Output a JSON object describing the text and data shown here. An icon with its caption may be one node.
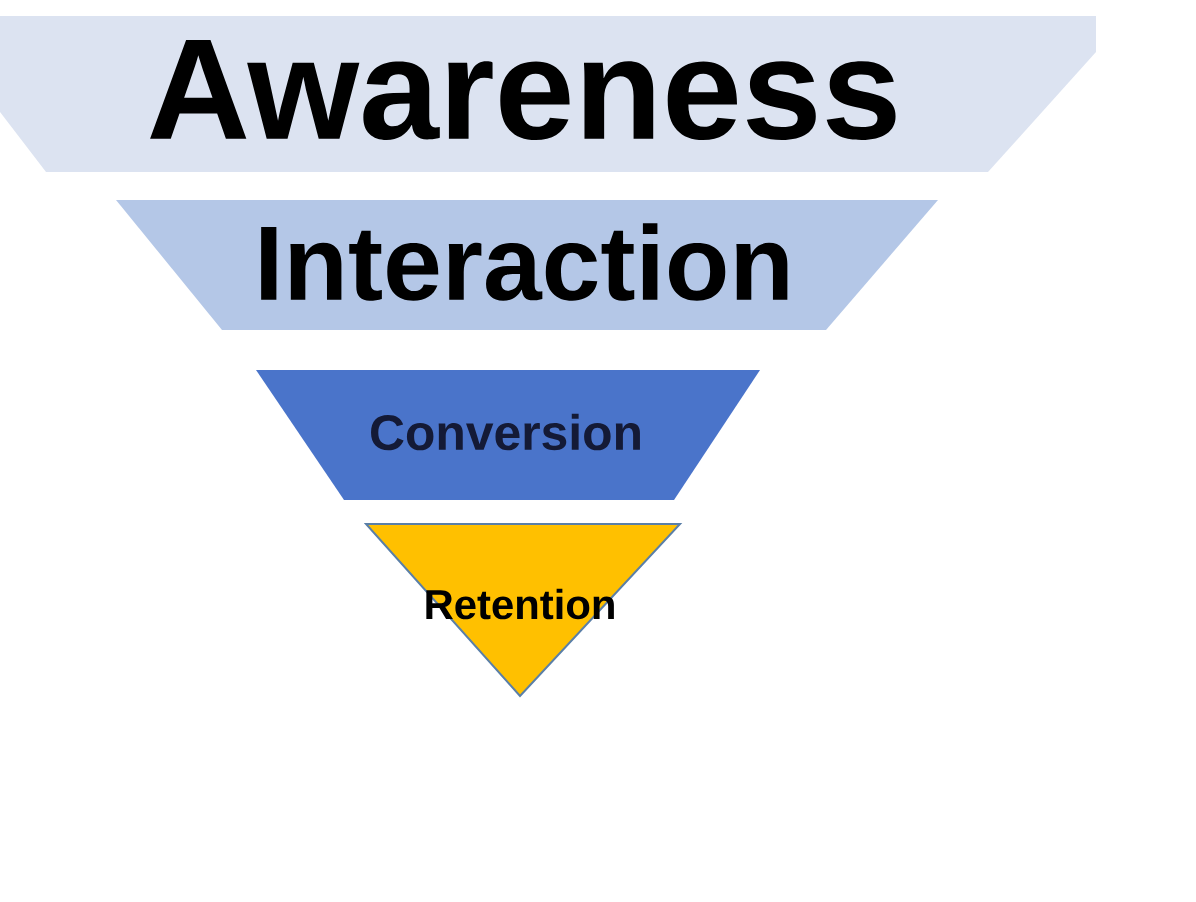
{
  "diagram": {
    "nodes": [
      {
        "text": [
          "Awareness"
        ]
      },
      {
        "text": [
          "Interaction"
        ]
      },
      {
        "text": [
          "Conversion"
        ]
      },
      {
        "text": [
          "Retention"
        ]
      }
    ]
  }
}
